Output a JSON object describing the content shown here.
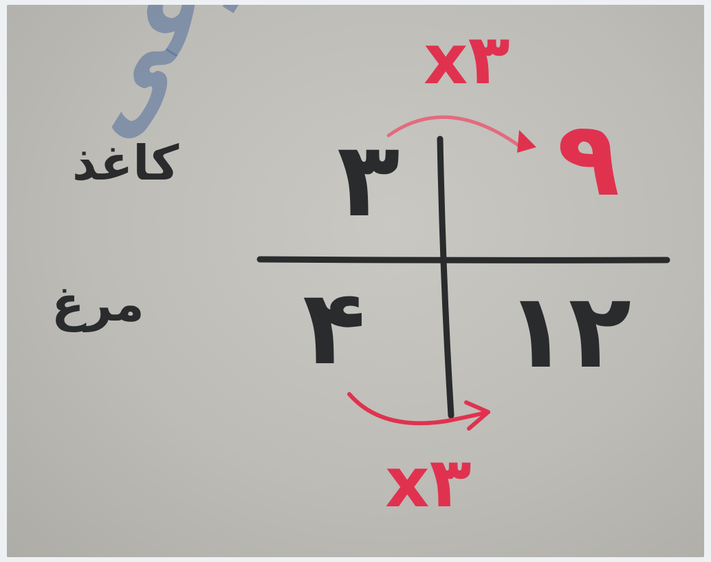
{
  "watermark": {
    "text": "موضوعی"
  },
  "left_notes": {
    "line1": "کاغذ",
    "line2": "مرغ"
  },
  "cross": {
    "top_left": "۳",
    "top_right": "۹",
    "bottom_left": "۴",
    "bottom_right": "۱۲"
  },
  "multipliers": {
    "top": "x۳",
    "bottom": "x۳"
  },
  "colors": {
    "ink": "#2a2b2d",
    "red": "#e0324f",
    "watermark": "#506e9b",
    "paper": "#c4c3be"
  }
}
